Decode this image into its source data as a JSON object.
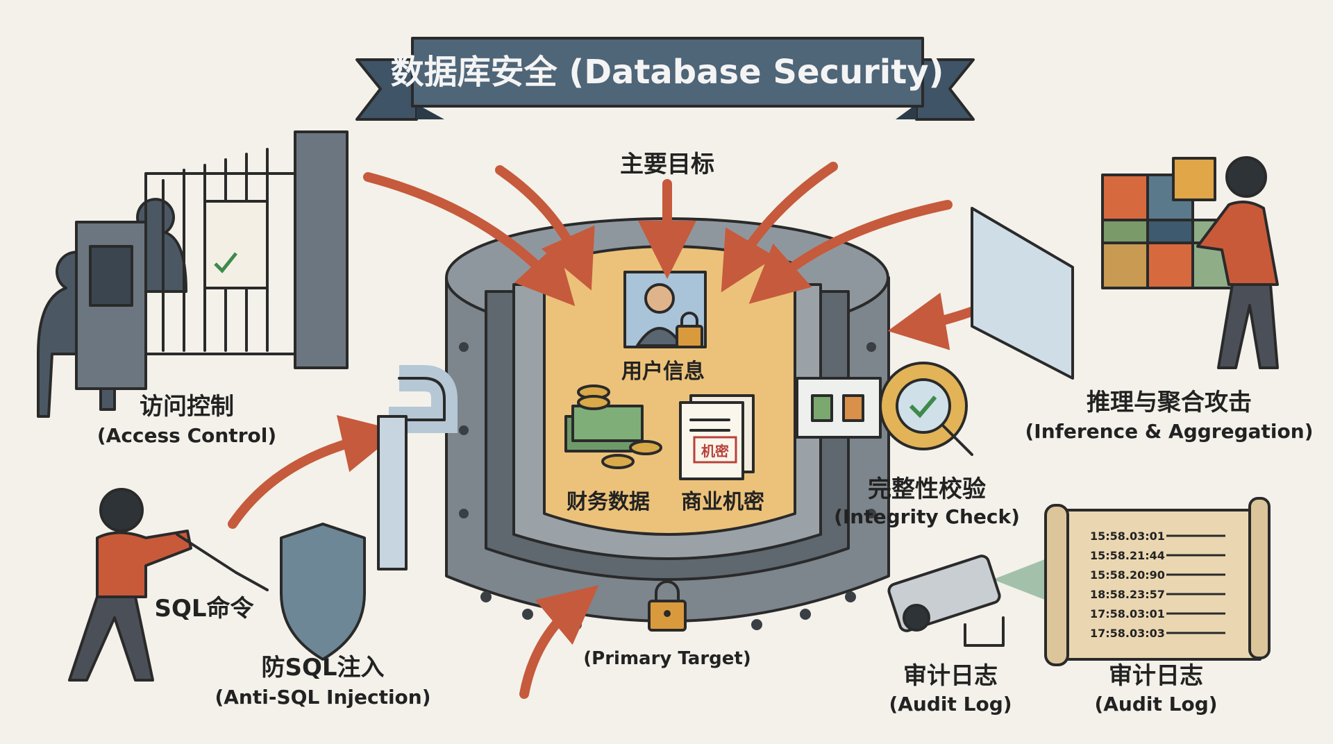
{
  "title": "数据库安全 (Database Security)",
  "center": {
    "goal_label": "主要目标",
    "user_info": "用户信息",
    "finance_data": "财务数据",
    "trade_secret": "商业机密",
    "secret_stamp": "机密",
    "primary_target": "(Primary Target)"
  },
  "access_control": {
    "zh": "访问控制",
    "en": "(Access Control)"
  },
  "inference": {
    "zh": "推理与聚合攻击",
    "en": "(Inference & Aggregation)"
  },
  "integrity": {
    "zh": "完整性校验",
    "en": "(Integrity Check)"
  },
  "sql_command": "SQL命令",
  "anti_sql": {
    "zh": "防SQL注入",
    "en": "(Anti-SQL Injection)"
  },
  "audit_camera": {
    "zh": "审计日志",
    "en": "(Audit Log)"
  },
  "audit_scroll": {
    "zh": "审计日志",
    "en": "(Audit Log)"
  },
  "log_entries": [
    "15:58.03:01",
    "15:58.21:44",
    "15:58.20:90",
    "18:58.23:57",
    "17:58.03:01",
    "17:58.03:03"
  ],
  "colors": {
    "banner": "#4f6578",
    "threat_arrow": "#c65a3c",
    "vault_gray": "#7d858d",
    "vault_core": "#ecc27a",
    "background": "#f3f1ea"
  }
}
